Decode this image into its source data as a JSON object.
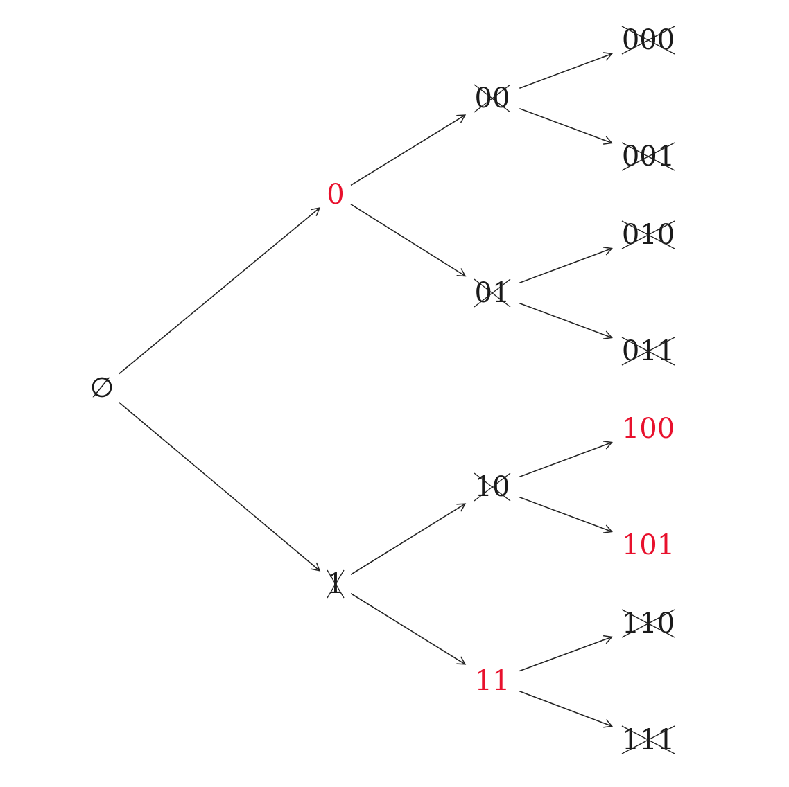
{
  "colors": {
    "ink": "#1a1a1a",
    "highlight": "#e8112d"
  },
  "tree": {
    "nodes": [
      {
        "id": "root",
        "label": "∅",
        "parent": null,
        "crossed": false,
        "highlighted": false
      },
      {
        "id": "n0",
        "label": "0",
        "parent": "root",
        "crossed": false,
        "highlighted": true
      },
      {
        "id": "n1",
        "label": "1",
        "parent": "root",
        "crossed": true,
        "highlighted": false
      },
      {
        "id": "n00",
        "label": "00",
        "parent": "n0",
        "crossed": true,
        "highlighted": false
      },
      {
        "id": "n01",
        "label": "01",
        "parent": "n0",
        "crossed": true,
        "highlighted": false
      },
      {
        "id": "n10",
        "label": "10",
        "parent": "n1",
        "crossed": true,
        "highlighted": false
      },
      {
        "id": "n11",
        "label": "11",
        "parent": "n1",
        "crossed": false,
        "highlighted": true
      },
      {
        "id": "n000",
        "label": "000",
        "parent": "n00",
        "crossed": true,
        "highlighted": false
      },
      {
        "id": "n001",
        "label": "001",
        "parent": "n00",
        "crossed": true,
        "highlighted": false
      },
      {
        "id": "n010",
        "label": "010",
        "parent": "n01",
        "crossed": true,
        "highlighted": false
      },
      {
        "id": "n011",
        "label": "011",
        "parent": "n01",
        "crossed": true,
        "highlighted": false
      },
      {
        "id": "n100",
        "label": "100",
        "parent": "n10",
        "crossed": false,
        "highlighted": true
      },
      {
        "id": "n101",
        "label": "101",
        "parent": "n10",
        "crossed": false,
        "highlighted": true
      },
      {
        "id": "n110",
        "label": "110",
        "parent": "n11",
        "crossed": true,
        "highlighted": false
      },
      {
        "id": "n111",
        "label": "111",
        "parent": "n11",
        "crossed": true,
        "highlighted": false
      }
    ]
  }
}
